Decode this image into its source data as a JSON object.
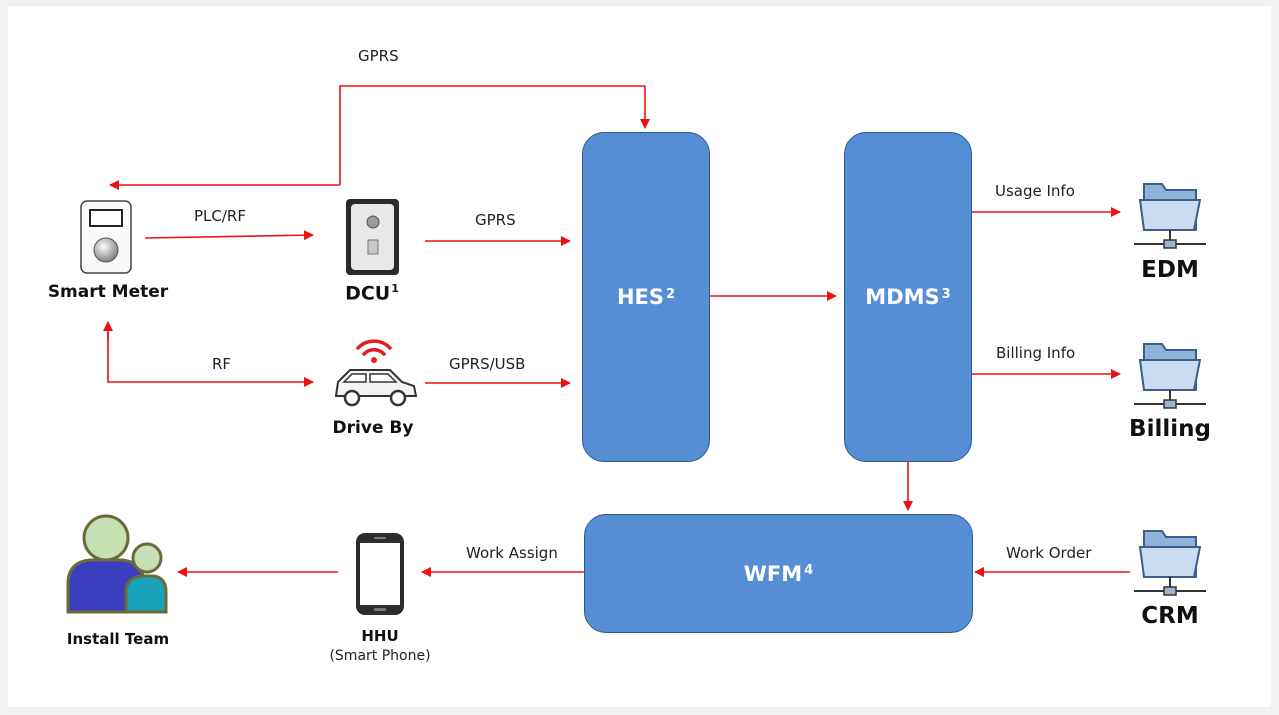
{
  "nodes": {
    "smart_meter": "Smart Meter",
    "dcu": "DCU",
    "dcu_sup": "1",
    "drive_by": "Drive By",
    "hes": "HES",
    "hes_sup": "2",
    "mdms": "MDMS",
    "mdms_sup": "3",
    "wfm": "WFM",
    "wfm_sup": "4",
    "edm": "EDM",
    "billing": "Billing",
    "crm": "CRM",
    "hhu": "HHU",
    "hhu_sub": "(Smart Phone)",
    "install_team": "Install Team"
  },
  "edges": {
    "gprs_top": "GPRS",
    "plc_rf": "PLC/RF",
    "gprs_dcu": "GPRS",
    "rf": "RF",
    "gprs_usb": "GPRS/USB",
    "usage_info": "Usage Info",
    "billing_info": "Billing Info",
    "work_order": "Work Order",
    "work_assign": "Work Assign"
  },
  "colors": {
    "box_fill": "#558ed5",
    "box_border": "#2c5a8a",
    "arrow": "#ee1111"
  },
  "icons": {
    "smart_meter": "smart-meter-icon",
    "dcu": "dcu-device-icon",
    "drive_by": "car-wifi-icon",
    "edm": "network-folder-icon",
    "billing": "network-folder-icon",
    "crm": "network-folder-icon",
    "hhu": "smartphone-icon",
    "install_team": "people-icon"
  }
}
